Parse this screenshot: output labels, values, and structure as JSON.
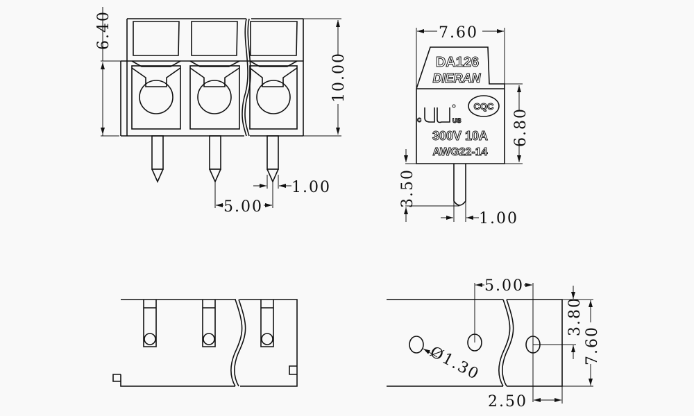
{
  "front_view": {
    "dims": {
      "height_upper": "6.40",
      "height_total": "10.00",
      "pin_width": "1.00",
      "pitch": "5.00"
    }
  },
  "side_view": {
    "dims": {
      "width": "7.60",
      "body_height": "6.80",
      "pin_length": "3.50",
      "pin_width": "1.00"
    },
    "markings": {
      "model": "DA126",
      "brand": "DIERAN",
      "cqc": "CQC",
      "ul_c": "c",
      "ul_us": "US",
      "rating": "300V 10A",
      "wire": "AWG22-14"
    }
  },
  "bottom_view": {
    "dims": {
      "pitch": "5.00",
      "hole_offset": "3.80",
      "depth": "7.60",
      "hole_diameter": "Ø1.30",
      "edge_offset": "2.50"
    }
  }
}
